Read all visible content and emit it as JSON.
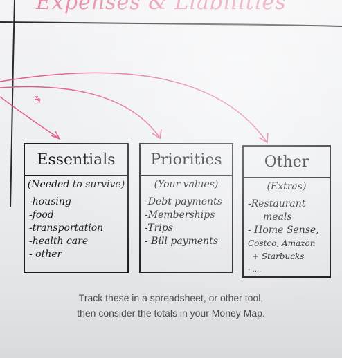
{
  "board": {
    "title": "Expenses & Liabilities",
    "ink_colors": {
      "black": "#1c1c1c",
      "pink": "#e25b87"
    }
  },
  "columns": [
    {
      "heading": "Essentials",
      "subheading": "(Needed to survive)",
      "items": [
        "-housing",
        "-food",
        "-transportation",
        "-health care",
        "- other"
      ]
    },
    {
      "heading": "Priorities",
      "subheading": "(Your values)",
      "items": [
        "-Debt payments",
        "-Memberships",
        "-Trips",
        "- Bill payments"
      ]
    },
    {
      "heading": "Other",
      "subheading": "(Extras)",
      "items": [
        "-Restaurant",
        "meals",
        "- Home Sense,",
        "Costco, Amazon",
        "+ Starbucks",
        "- ...."
      ]
    }
  ],
  "arrow_label": "$",
  "caption": {
    "line1": "Track these in a spreadsheet, or other tool,",
    "line2": "then consider the totals in your Money Map."
  }
}
